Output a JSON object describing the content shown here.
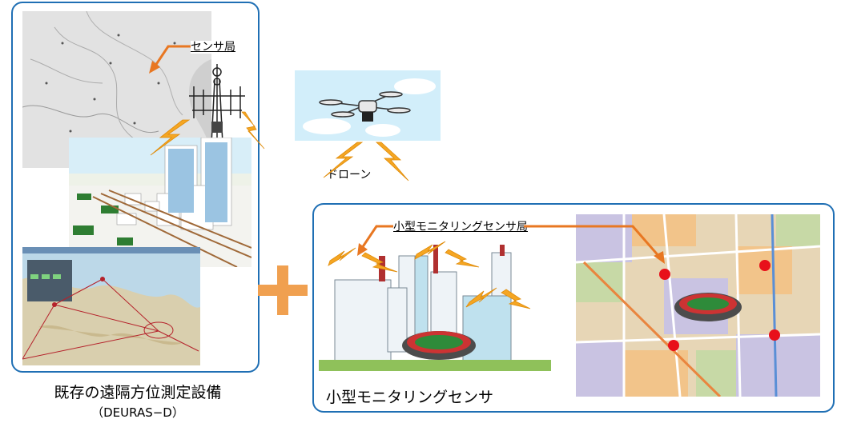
{
  "labels": {
    "sensor_station": "センサ局",
    "drone": "ドローン",
    "small_monitoring_station": "小型モニタリングセンサ局",
    "small_monitoring_sensor": "小型モニタリングセンサ",
    "existing_equipment": "既存の遠隔方位測定設備",
    "existing_equipment_code": "（DEURAS−D）"
  },
  "plus_symbol": "+",
  "colors": {
    "panel_border": "#1f6fb4",
    "arrow": "#e87722",
    "plus": "#f0a050",
    "lightning": "#f5a623",
    "sensor_dot": "#e8101a"
  },
  "icons": [
    "map-gray",
    "antenna-tower",
    "city-3d",
    "direction-finding-software",
    "drone",
    "buildings-stadium",
    "city-map",
    "lightning-bolt",
    "arrow"
  ]
}
